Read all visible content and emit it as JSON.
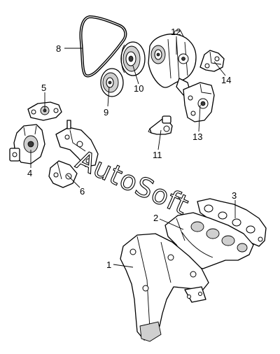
{
  "watermark": "AutoSoft",
  "callouts": [
    {
      "id": "1",
      "label": "1"
    },
    {
      "id": "2",
      "label": "2"
    },
    {
      "id": "3",
      "label": "3"
    },
    {
      "id": "4",
      "label": "4"
    },
    {
      "id": "5",
      "label": "5"
    },
    {
      "id": "6",
      "label": "6"
    },
    {
      "id": "8",
      "label": "8"
    },
    {
      "id": "9",
      "label": "9"
    },
    {
      "id": "10",
      "label": "10"
    },
    {
      "id": "11",
      "label": "11"
    },
    {
      "id": "12",
      "label": "12"
    },
    {
      "id": "13",
      "label": "13"
    },
    {
      "id": "14",
      "label": "14"
    }
  ]
}
